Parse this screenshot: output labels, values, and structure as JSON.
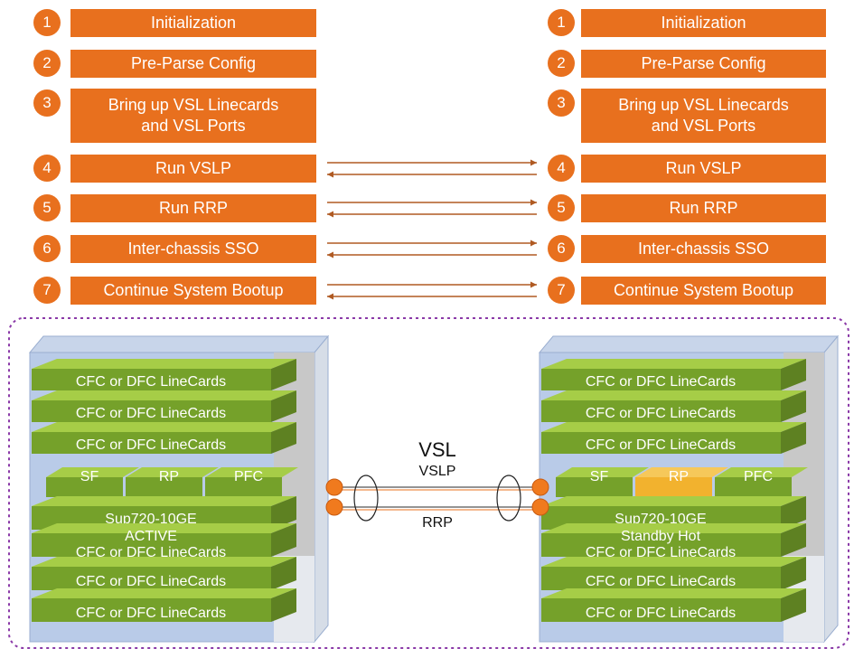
{
  "colors": {
    "step": "#e8701e",
    "arrow": "#b05a22",
    "card_front": "#75a12a",
    "card_top": "#a6cd47",
    "chassis": "#b9cbe8",
    "chassis_side": "#d6dde7",
    "rp_standby": "#f2b22e",
    "border": "#8b3aa8"
  },
  "steps_left": [
    {
      "num": "1",
      "label": "Initialization"
    },
    {
      "num": "2",
      "label": "Pre-Parse Config"
    },
    {
      "num": "3",
      "label": "Bring up VSL Linecards\nand VSL Ports"
    },
    {
      "num": "4",
      "label": "Run VSLP"
    },
    {
      "num": "5",
      "label": "Run RRP"
    },
    {
      "num": "6",
      "label": "Inter-chassis SSO"
    },
    {
      "num": "7",
      "label": "Continue System Bootup"
    }
  ],
  "steps_right": [
    {
      "num": "1",
      "label": "Initialization"
    },
    {
      "num": "2",
      "label": "Pre-Parse Config"
    },
    {
      "num": "3",
      "label": "Bring up VSL Linecards\nand VSL Ports"
    },
    {
      "num": "4",
      "label": "Run VSLP"
    },
    {
      "num": "5",
      "label": "Run RRP"
    },
    {
      "num": "6",
      "label": "Inter-chassis SSO"
    },
    {
      "num": "7",
      "label": "Continue System Bootup"
    }
  ],
  "chassis_left": {
    "linecard_label": "CFC or DFC LineCards",
    "sup_modules": [
      "SF",
      "RP",
      "PFC"
    ],
    "sup_name": "Sup720-10GE",
    "sup_state": "ACTIVE"
  },
  "chassis_right": {
    "linecard_label": "CFC or DFC LineCards",
    "sup_modules": [
      "SF",
      "RP",
      "PFC"
    ],
    "sup_name": "Sup720-10GE",
    "sup_state": "Standby Hot"
  },
  "link": {
    "title": "VSL",
    "upper": "VSLP",
    "lower": "RRP"
  }
}
